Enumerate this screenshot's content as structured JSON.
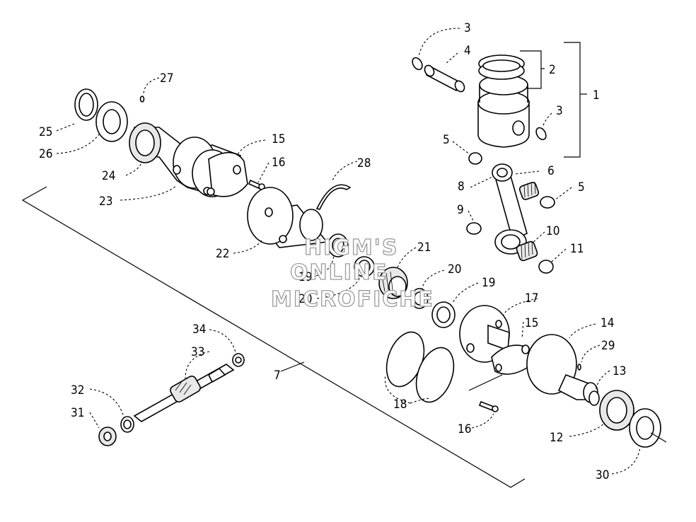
{
  "callouts": {
    "c1": "1",
    "c2": "2",
    "c3a": "3",
    "c3b": "3",
    "c4": "4",
    "c5a": "5",
    "c5b": "5",
    "c6": "6",
    "c7": "7",
    "c8": "8",
    "c9": "9",
    "c10": "10",
    "c11": "11",
    "c12": "12",
    "c13": "13",
    "c14": "14",
    "c15a": "15",
    "c15b": "15",
    "c16a": "16",
    "c16b": "16",
    "c17": "17",
    "c18": "18",
    "c19a": "19",
    "c19b": "19",
    "c20a": "20",
    "c20b": "20",
    "c21": "21",
    "c22": "22",
    "c23": "23",
    "c24": "24",
    "c25": "25",
    "c26": "26",
    "c27": "27",
    "c28": "28",
    "c29": "29",
    "c30": "30",
    "c31": "31",
    "c32": "32",
    "c33": "33",
    "c34": "34"
  },
  "watermark": {
    "line1": "HIGM'S",
    "line2": "ONLINE",
    "line3": "MICROFICHE"
  }
}
